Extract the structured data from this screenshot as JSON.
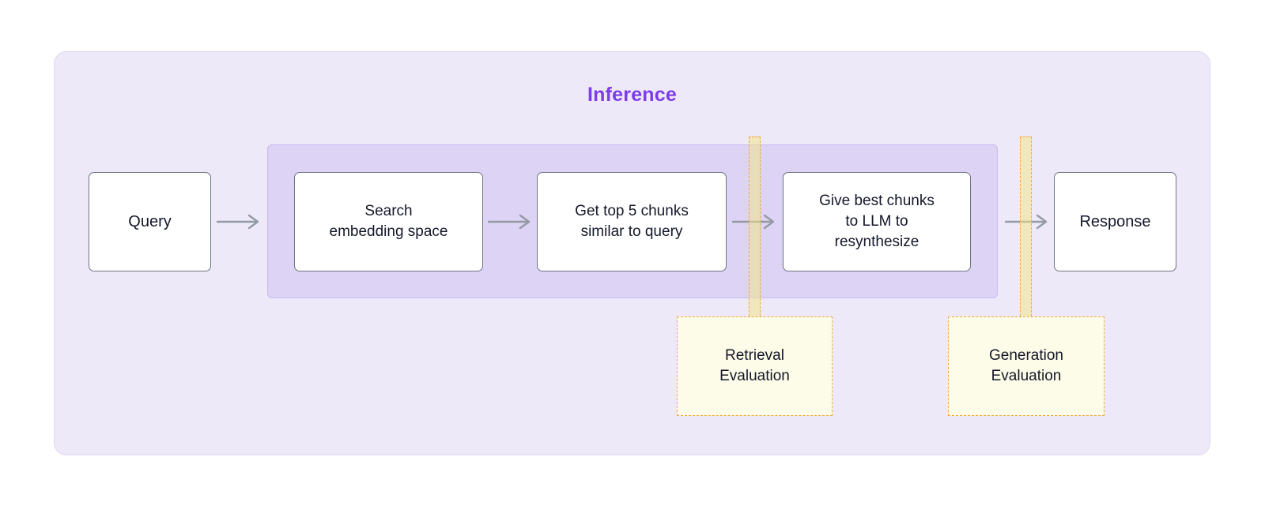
{
  "diagram": {
    "title": "Inference",
    "stage_nodes": [
      {
        "id": "query",
        "label": "Query"
      },
      {
        "id": "search",
        "label": "Search\nembedding space"
      },
      {
        "id": "top5",
        "label": "Get top 5 chunks\nsimilar to query"
      },
      {
        "id": "give",
        "label": "Give best chunks\nto LLM to\nresynthesize"
      },
      {
        "id": "response",
        "label": "Response"
      }
    ],
    "evaluation_nodes": [
      {
        "id": "retrieval-evaluation",
        "label": "Retrieval\nEvaluation"
      },
      {
        "id": "generation-evaluation",
        "label": "Generation\nEvaluation"
      }
    ],
    "icons": {
      "arrow": "right-arrow"
    },
    "colors": {
      "title_text": "#7C3BEC",
      "outer_panel_bg": "#EDE9F8",
      "inner_panel_bg": "#DDD3F5",
      "inner_panel_border": "#C9B9EF",
      "node_border": "#6E7480",
      "node_text": "#14172A",
      "arrow": "#939AA3",
      "evaluation_border": "#F2A93B",
      "evaluation_bg": "#FDFCE8",
      "band_fill": "rgba(244,232,128,0.5)"
    }
  }
}
